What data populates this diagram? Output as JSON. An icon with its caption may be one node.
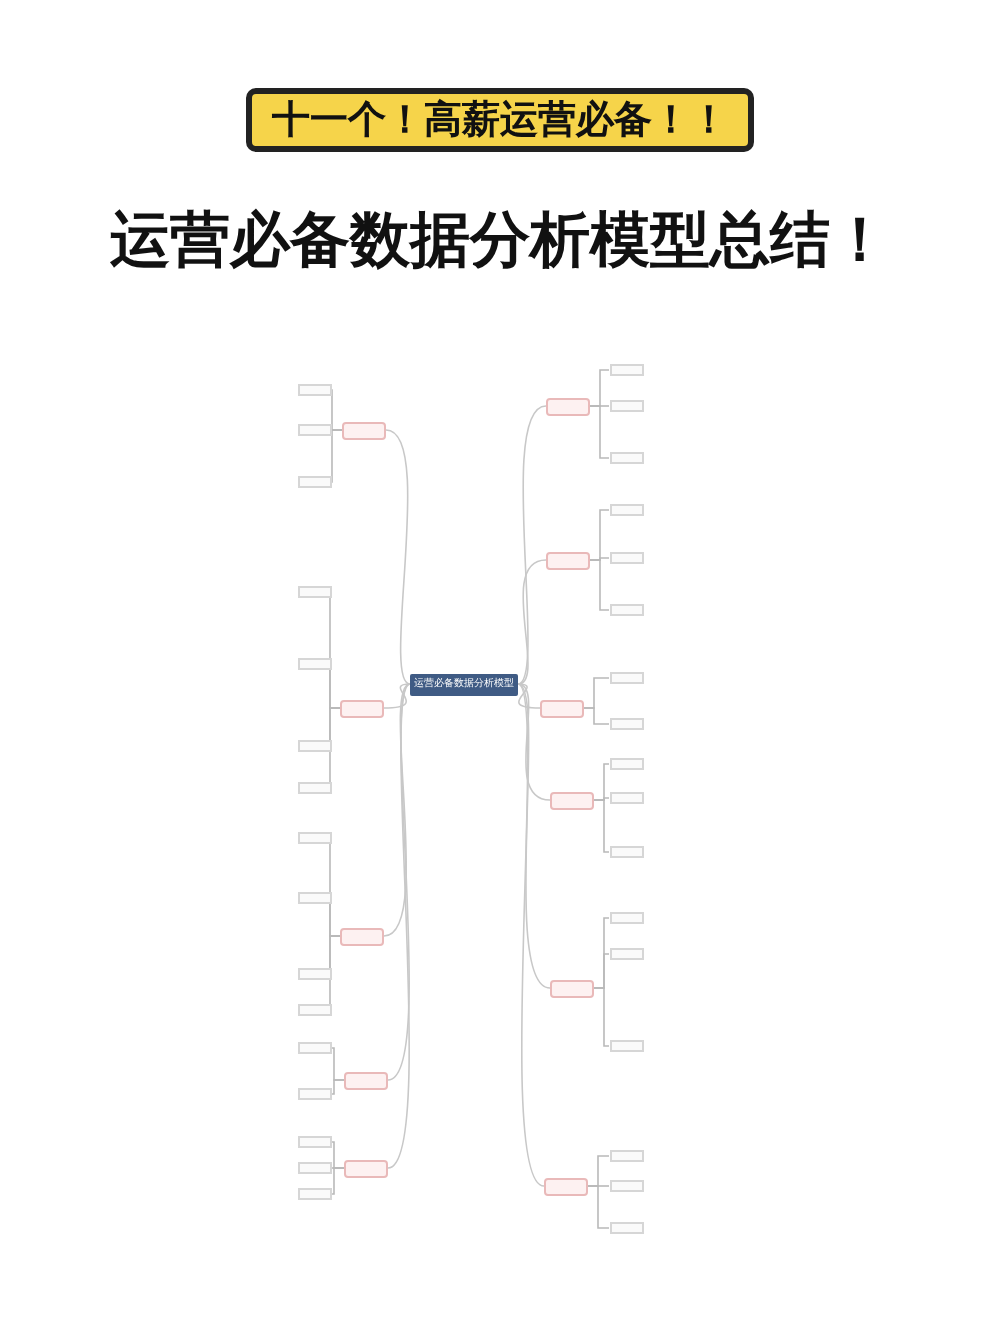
{
  "diagram": {
    "title": "运营必备数据分析模型总结！",
    "nodes": [
      {
        "text": [
          "运营必备数据分析模型"
        ]
      },
      {
        "text": [],
        "shape": "box"
      },
      {
        "text": [],
        "shape": "box"
      },
      {
        "text": [],
        "shape": "box"
      },
      {
        "text": [],
        "shape": "box"
      },
      {
        "text": [],
        "shape": "box"
      },
      {
        "text": [],
        "shape": "box"
      },
      {
        "text": [],
        "shape": "box"
      },
      {
        "text": [],
        "shape": "box"
      },
      {
        "text": [],
        "shape": "box"
      },
      {
        "text": [],
        "shape": "box"
      },
      {
        "text": [],
        "shape": "box"
      },
      {
        "text": [],
        "shape": "box"
      },
      {
        "text": [],
        "shape": "box"
      },
      {
        "text": [],
        "shape": "box"
      },
      {
        "text": [],
        "shape": "box"
      },
      {
        "text": [],
        "shape": "box"
      },
      {
        "text": [],
        "shape": "box"
      },
      {
        "text": [],
        "shape": "box"
      },
      {
        "text": [],
        "shape": "box"
      },
      {
        "text": [],
        "shape": "box"
      },
      {
        "text": [],
        "shape": "box"
      },
      {
        "text": [],
        "shape": "box"
      },
      {
        "text": [],
        "shape": "box"
      },
      {
        "text": [],
        "shape": "box"
      },
      {
        "text": [],
        "shape": "box"
      },
      {
        "text": [],
        "shape": "box"
      },
      {
        "text": [],
        "shape": "box"
      },
      {
        "text": [],
        "shape": "box"
      },
      {
        "text": [],
        "shape": "box"
      },
      {
        "text": [],
        "shape": "box"
      },
      {
        "text": [],
        "shape": "box"
      },
      {
        "text": [],
        "shape": "box"
      },
      {
        "text": [],
        "shape": "box"
      },
      {
        "text": [],
        "shape": "box"
      },
      {
        "text": [],
        "shape": "box"
      },
      {
        "text": [],
        "shape": "box"
      },
      {
        "text": [],
        "shape": "box"
      },
      {
        "text": [],
        "shape": "box"
      },
      {
        "text": [],
        "shape": "box"
      },
      {
        "text": [],
        "shape": "box"
      },
      {
        "text": [],
        "shape": "box"
      },
      {
        "text": [],
        "shape": "box"
      },
      {
        "text": [],
        "shape": "box"
      },
      {
        "text": [],
        "shape": "box"
      }
    ],
    "edges": [
      {
        "from": 0,
        "to": 1,
        "arrow": "none"
      },
      {
        "from": 0,
        "to": 2,
        "arrow": "none"
      },
      {
        "from": 0,
        "to": 3,
        "arrow": "none"
      },
      {
        "from": 0,
        "to": 4,
        "arrow": "none"
      },
      {
        "from": 0,
        "to": 5,
        "arrow": "none"
      },
      {
        "from": 0,
        "to": 6,
        "arrow": "none"
      },
      {
        "from": 0,
        "to": 7,
        "arrow": "none"
      },
      {
        "from": 0,
        "to": 8,
        "arrow": "none"
      },
      {
        "from": 0,
        "to": 9,
        "arrow": "none"
      },
      {
        "from": 0,
        "to": 10,
        "arrow": "none"
      },
      {
        "from": 0,
        "to": 11,
        "arrow": "none"
      },
      {
        "from": 1,
        "to": 12,
        "arrow": "none"
      },
      {
        "from": 1,
        "to": 13,
        "arrow": "none"
      },
      {
        "from": 1,
        "to": 14,
        "arrow": "none"
      },
      {
        "from": 2,
        "to": 15,
        "arrow": "none"
      },
      {
        "from": 2,
        "to": 16,
        "arrow": "none"
      },
      {
        "from": 2,
        "to": 17,
        "arrow": "none"
      },
      {
        "from": 2,
        "to": 18,
        "arrow": "none"
      },
      {
        "from": 3,
        "to": 19,
        "arrow": "none"
      },
      {
        "from": 3,
        "to": 20,
        "arrow": "none"
      },
      {
        "from": 3,
        "to": 21,
        "arrow": "none"
      },
      {
        "from": 3,
        "to": 22,
        "arrow": "none"
      },
      {
        "from": 4,
        "to": 23,
        "arrow": "none"
      },
      {
        "from": 4,
        "to": 24,
        "arrow": "none"
      },
      {
        "from": 5,
        "to": 25,
        "arrow": "none"
      },
      {
        "from": 5,
        "to": 26,
        "arrow": "none"
      },
      {
        "from": 5,
        "to": 27,
        "arrow": "none"
      },
      {
        "from": 6,
        "to": 28,
        "arrow": "none"
      },
      {
        "from": 6,
        "to": 29,
        "arrow": "none"
      },
      {
        "from": 6,
        "to": 30,
        "arrow": "none"
      },
      {
        "from": 7,
        "to": 31,
        "arrow": "none"
      },
      {
        "from": 7,
        "to": 32,
        "arrow": "none"
      },
      {
        "from": 7,
        "to": 33,
        "arrow": "none"
      },
      {
        "from": 8,
        "to": 34,
        "arrow": "none"
      },
      {
        "from": 8,
        "to": 35,
        "arrow": "none"
      },
      {
        "from": 9,
        "to": 36,
        "arrow": "none"
      },
      {
        "from": 9,
        "to": 37,
        "arrow": "none"
      },
      {
        "from": 9,
        "to": 38,
        "arrow": "none"
      },
      {
        "from": 10,
        "to": 39,
        "arrow": "none"
      },
      {
        "from": 10,
        "to": 40,
        "arrow": "none"
      },
      {
        "from": 10,
        "to": 41,
        "arrow": "none"
      },
      {
        "from": 11,
        "to": 42,
        "arrow": "none"
      },
      {
        "from": 11,
        "to": 43,
        "arrow": "none"
      },
      {
        "from": 11,
        "to": 44,
        "arrow": "none"
      }
    ],
    "labels": [
      "十一个！高薪运营必备！！"
    ]
  }
}
